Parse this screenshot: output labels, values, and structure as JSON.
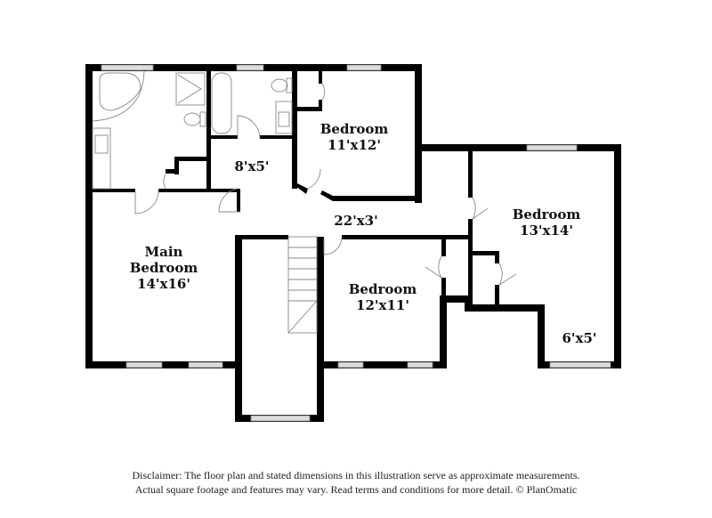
{
  "floor_plan": {
    "rooms": [
      {
        "id": "main-bedroom",
        "name_line1": "Main",
        "name_line2": "Bedroom",
        "dims": "14'x16'"
      },
      {
        "id": "bedroom-1",
        "name": "Bedroom",
        "dims": "11'x12'"
      },
      {
        "id": "bedroom-2",
        "name": "Bedroom",
        "dims": "13'x14'"
      },
      {
        "id": "bedroom-3",
        "name": "Bedroom",
        "dims": "12'x11'"
      },
      {
        "id": "hall-small",
        "dims": "8'x5'"
      },
      {
        "id": "hallway",
        "dims": "22'x3'"
      },
      {
        "id": "closet",
        "dims": "6'x5'"
      }
    ],
    "colors": {
      "wall": "#000000",
      "window_fill": "#dddddd",
      "fixture_stroke": "#888888",
      "background": "#ffffff"
    }
  },
  "disclaimer": {
    "line1": "Disclaimer: The floor plan and stated dimensions in this illustration serve as approximate measurements.",
    "line2": "Actual square footage and features may vary. Read terms and conditions for more detail. © PlanOmatic"
  }
}
